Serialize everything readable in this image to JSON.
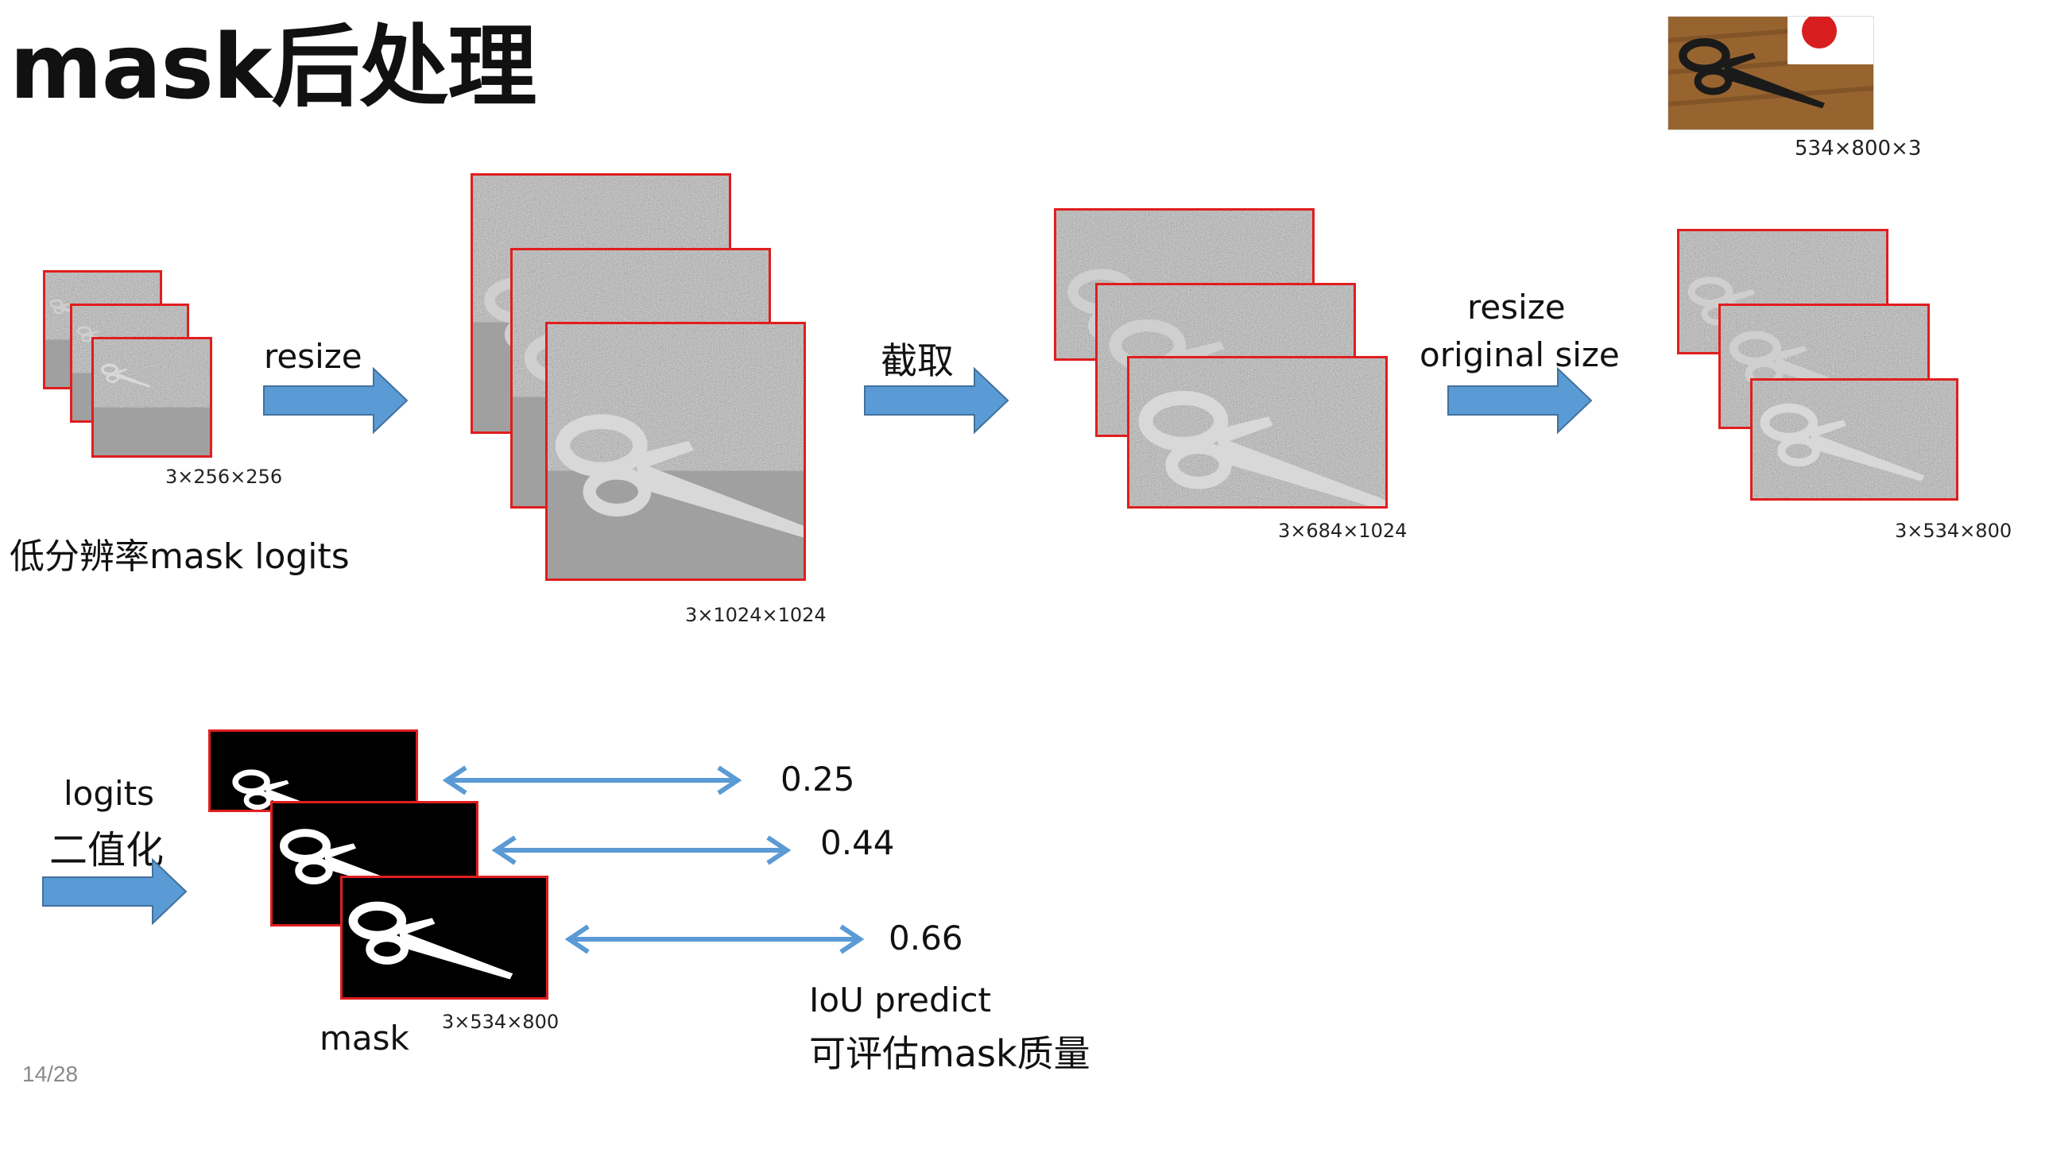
{
  "title": "mask后处理",
  "page_number": "14/28",
  "original_image": {
    "size_label": "534×800×3"
  },
  "stage1": {
    "caption": "低分辨率mask logits",
    "size_label": "3×256×256"
  },
  "arrow1": {
    "label": "resize"
  },
  "stage2": {
    "size_label": "3×1024×1024"
  },
  "arrow2": {
    "label": "截取"
  },
  "stage3": {
    "size_label": "3×684×1024"
  },
  "arrow3": {
    "label_line1": "resize",
    "label_line2": "original size"
  },
  "stage4": {
    "size_label": "3×534×800"
  },
  "arrow4": {
    "label_line1": "logits",
    "label_line2": "二值化"
  },
  "masks": {
    "caption": "mask",
    "size_label": "3×534×800"
  },
  "iou": {
    "values": [
      "0.25",
      "0.44",
      "0.66"
    ],
    "caption_line1": "IoU predict",
    "caption_line2": "可评估mask质量"
  },
  "colors": {
    "frame_border": "#e01e1e",
    "arrow_fill": "#5b9bd5",
    "arrow_line": "#4f8fcf"
  }
}
